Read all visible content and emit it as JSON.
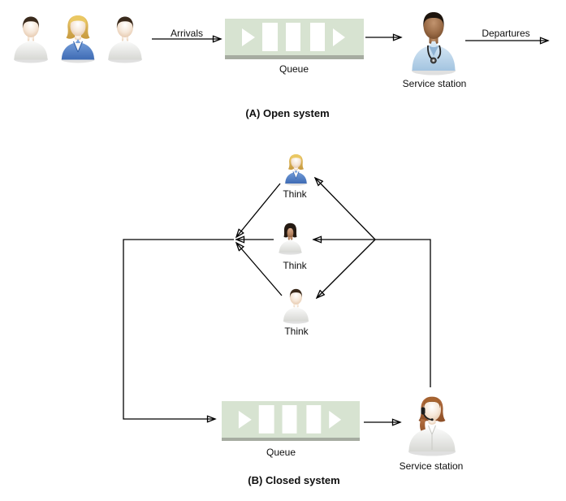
{
  "open_system": {
    "caption": "(A) Open system",
    "arrivals": "Arrivals",
    "departures": "Departures",
    "queue": "Queue",
    "service_station": "Service station",
    "customer_icons": [
      "man-user",
      "blonde-woman-user",
      "man-user"
    ],
    "server_icon": "doctor"
  },
  "closed_system": {
    "caption": "(B) Closed system",
    "thinks": [
      "Think",
      "Think",
      "Think"
    ],
    "queue": "Queue",
    "service_station": "Service station",
    "customer_icons": [
      "blonde-woman-user",
      "dark-haired-woman-user",
      "man-user"
    ],
    "server_icon": "headset-operator"
  },
  "colors": {
    "background": "#ffffff",
    "queue_fill": "#d7e3d1",
    "queue_base": "#a6aca1",
    "connector": "#000000",
    "jacket_blue": "#4a79c2",
    "scrub_blue": "#b9d5ea"
  }
}
